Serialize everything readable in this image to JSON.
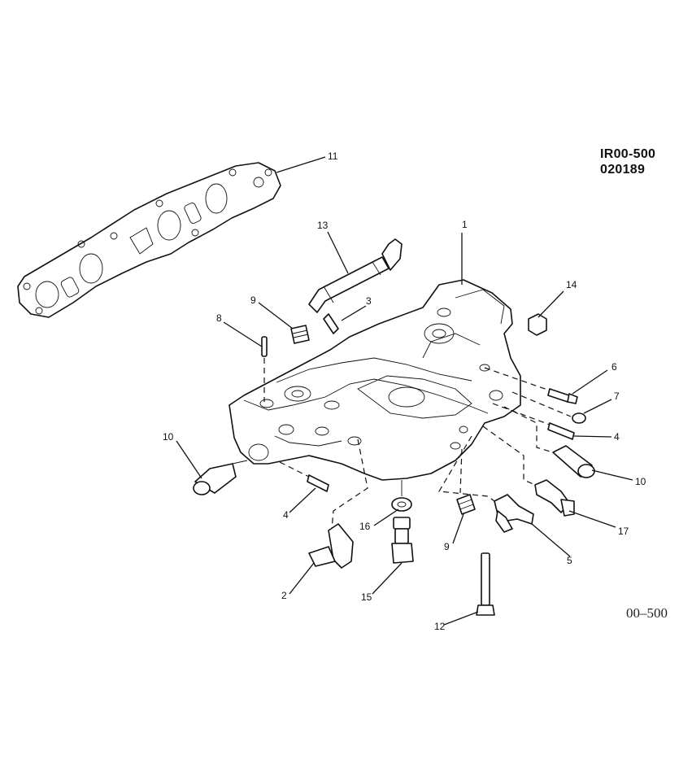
{
  "drawing_codes": [
    "IR00-500",
    "020189"
  ],
  "reference": "00–500",
  "callouts": {
    "c1": "1",
    "c2": "2",
    "c3": "3",
    "c4a": "4",
    "c4b": "4",
    "c5": "5",
    "c6": "6",
    "c7": "7",
    "c8": "8",
    "c9a": "9",
    "c9b": "9",
    "c10a": "10",
    "c10b": "10",
    "c11": "11",
    "c12": "12",
    "c13": "13",
    "c14": "14",
    "c15": "15",
    "c16": "16",
    "c17": "17"
  }
}
